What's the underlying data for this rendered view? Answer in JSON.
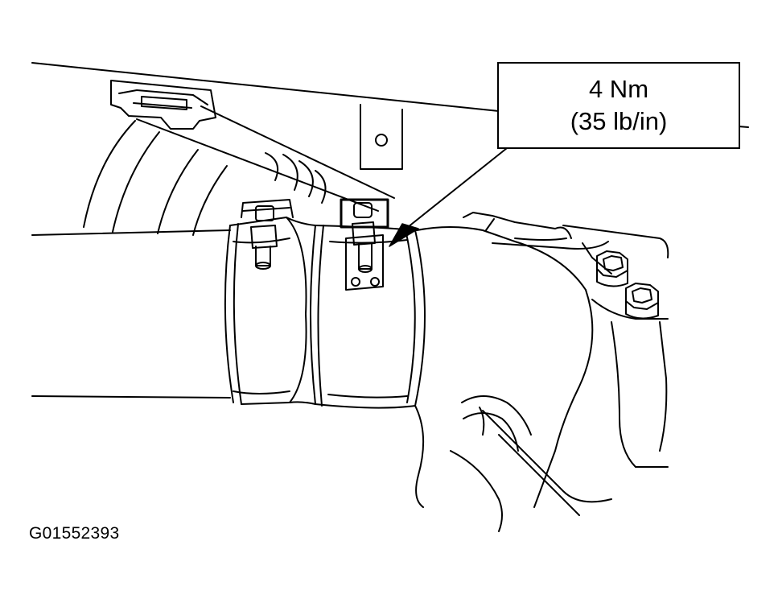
{
  "callout": {
    "torque_metric": "4 Nm",
    "torque_imperial": "(35 lb/in)"
  },
  "figure": {
    "id": "G01552393"
  },
  "colors": {
    "ink": "#000000",
    "paper": "#ffffff"
  }
}
